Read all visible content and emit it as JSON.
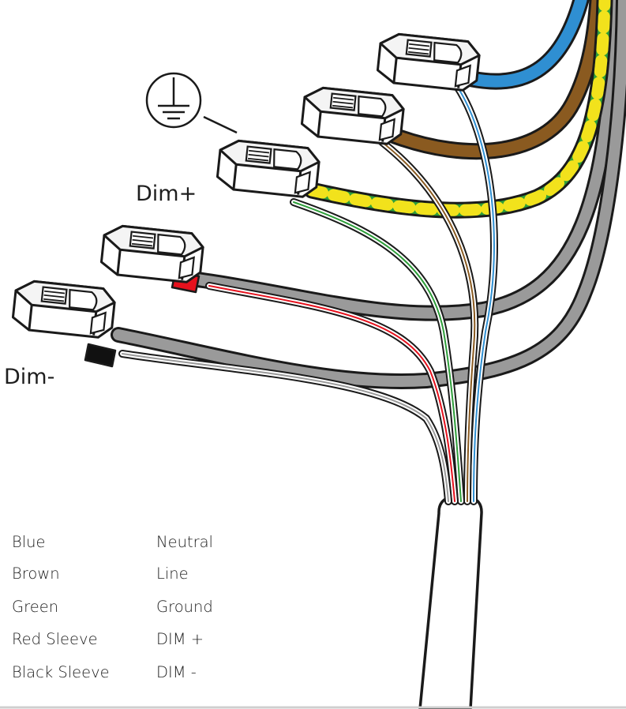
{
  "labels": {
    "dim_plus": "Dim+",
    "dim_minus": "Dim-"
  },
  "legend": [
    {
      "wire": "Blue",
      "function": "Neutral"
    },
    {
      "wire": "Brown",
      "function": "Line"
    },
    {
      "wire": "Green",
      "function": "Ground"
    },
    {
      "wire": "Red Sleeve",
      "function": "DIM +"
    },
    {
      "wire": "Black Sleeve",
      "function": "DIM -"
    }
  ],
  "colors": {
    "blue": "#2f8fd2",
    "brown": "#8a5a20",
    "ground_green": "#2e9e3a",
    "ground_yellow": "#f2e21c",
    "grey": "#9a9a9a",
    "red": "#e6111d",
    "black": "#111111",
    "outline": "#1a1a1a"
  },
  "icons": {
    "ground": "ground-symbol-icon"
  }
}
